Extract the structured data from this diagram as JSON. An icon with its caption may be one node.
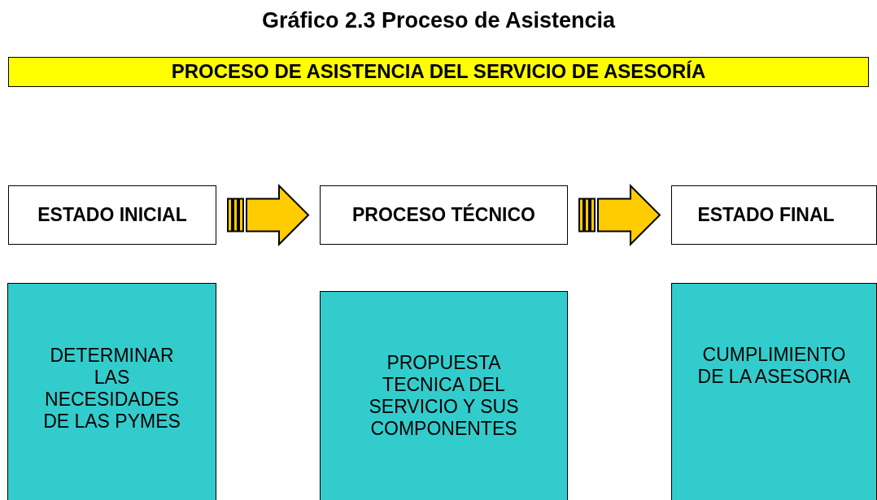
{
  "diagram": {
    "title": "Gráfico 2.3 Proceso de Asistencia",
    "nodes": [
      {
        "text": [
          "PROCESO DE ASISTENCIA DEL SERVICIO DE ASESORÍA"
        ]
      },
      {
        "text": [
          "ESTADO INICIAL"
        ]
      },
      {
        "text": [
          "PROCESO TÉCNICO"
        ]
      },
      {
        "text": [
          "ESTADO FINAL"
        ]
      },
      {
        "text": [
          "DETERMINAR LAS NECESIDADES DE LAS PYMES"
        ]
      },
      {
        "text": [
          "PROPUESTA TECNICA DEL SERVICIO Y SUS COMPONENTES"
        ]
      },
      {
        "text": [
          "CUMPLIMIENTO DE LA ASESORIA"
        ]
      }
    ],
    "edges": [
      {
        "from": 1,
        "to": 2,
        "arrow": "to",
        "style": "thick"
      },
      {
        "from": 2,
        "to": 3,
        "arrow": "to",
        "style": "thick"
      }
    ]
  }
}
